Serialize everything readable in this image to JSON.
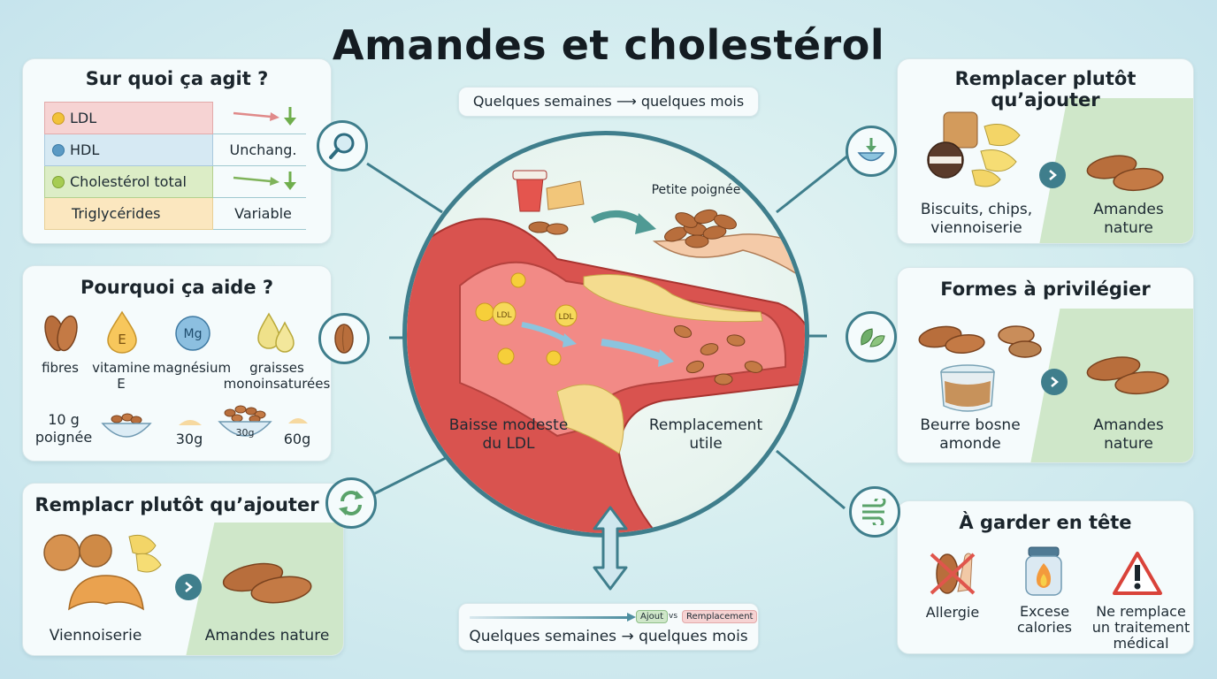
{
  "title": "Amandes et cholestérol",
  "center": {
    "top_pill": "Quelques semaines ⟶ quelques mois",
    "handful_label": "Petite poignée",
    "ldl_badge": "LDL",
    "left_caption": "Baisse modeste\ndu LDL",
    "right_caption": "Remplacement\nutile",
    "bottom_pill": {
      "tag_a": "Ajout",
      "vs": "vs",
      "tag_b": "Remplacement",
      "text": "Quelques semaines → quelques mois"
    }
  },
  "card_action": {
    "title": "Sur quoi ça agit ?",
    "rows": [
      {
        "label": "LDL",
        "value": "",
        "color": "#f6d3d3",
        "dot": "#f2c23a"
      },
      {
        "label": "HDL",
        "value": "Unchang.",
        "color": "#d6e9f3",
        "dot": "#5b9ac4"
      },
      {
        "label": "Cholestérol total",
        "value": "",
        "color": "#dcedc6",
        "dot": "#a6cc53"
      },
      {
        "label": "Triglycérides",
        "value": "Variable",
        "color": "#fbe7bf",
        "dot": ""
      }
    ]
  },
  "card_why": {
    "title": "Pourquoi ça aide ?",
    "items": [
      "fibres",
      "vitamine\nE",
      "magnésium",
      "graisses\nmonoinsaturées"
    ],
    "icon_e": "E",
    "icon_mg": "Mg",
    "portion_label": "10 g\npoignée",
    "amount_1": "30g",
    "amount_2": "30g",
    "amount_3": "60g"
  },
  "card_replace_left": {
    "title": "Remplacr plutôt qu’ajouter",
    "from": "Viennoiserie",
    "to": "Amandes nature"
  },
  "card_replace_right": {
    "title": "Remplacer plutôt qu’ajouter",
    "from": "Biscuits, chips,\nviennoiserie",
    "to": "Amandes\nnature"
  },
  "card_forms": {
    "title": "Formes à privilégier",
    "from": "Beurre bosne\namonde",
    "to": "Amandes\nnature"
  },
  "card_keep": {
    "title": "À garder en tête",
    "items": [
      "Allergie",
      "Excese\ncalories",
      "Ne remplace\nun traitement\nmédical"
    ]
  },
  "colors": {
    "teal": "#3f7e8c",
    "almond": "#b86e3c",
    "green_panel": "#cfe7c9",
    "vessel": "#d9534f"
  }
}
